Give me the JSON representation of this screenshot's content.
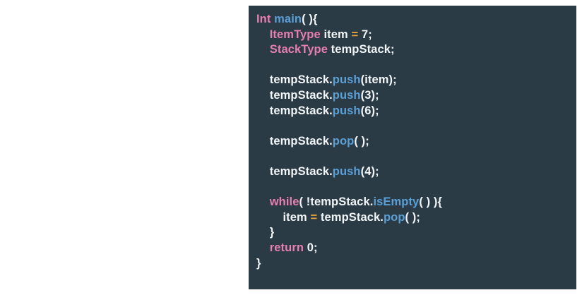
{
  "panel": {
    "background_color": "#2a3b45",
    "page_background_color": "#ffffff",
    "language": "C++"
  },
  "theme": {
    "keyword_color": "#e87fb0",
    "type_color": "#e87fb0",
    "function_color": "#5aa0d6",
    "method_color": "#5aa0d6",
    "plain_color": "#f2f5f7",
    "operator_color": "#e8a33d",
    "number_color": "#f2f5f7"
  },
  "code": {
    "lines": [
      {
        "indent": 0,
        "tokens": [
          {
            "t": "Int",
            "c": "tok-type"
          },
          {
            "t": " ",
            "c": "tok-plain"
          },
          {
            "t": "main",
            "c": "tok-fn"
          },
          {
            "t": "( ){",
            "c": "tok-punct"
          }
        ]
      },
      {
        "indent": 1,
        "tokens": [
          {
            "t": "ItemType",
            "c": "tok-type"
          },
          {
            "t": " item ",
            "c": "tok-plain"
          },
          {
            "t": "=",
            "c": "tok-op"
          },
          {
            "t": " ",
            "c": "tok-plain"
          },
          {
            "t": "7",
            "c": "tok-num"
          },
          {
            "t": ";",
            "c": "tok-punct"
          }
        ]
      },
      {
        "indent": 1,
        "tokens": [
          {
            "t": "StackType",
            "c": "tok-type"
          },
          {
            "t": " tempStack;",
            "c": "tok-plain"
          }
        ]
      },
      {
        "indent": 0,
        "tokens": []
      },
      {
        "indent": 1,
        "tokens": [
          {
            "t": "tempStack.",
            "c": "tok-plain"
          },
          {
            "t": "push",
            "c": "tok-method"
          },
          {
            "t": "(item);",
            "c": "tok-plain"
          }
        ]
      },
      {
        "indent": 1,
        "tokens": [
          {
            "t": "tempStack.",
            "c": "tok-plain"
          },
          {
            "t": "push",
            "c": "tok-method"
          },
          {
            "t": "(",
            "c": "tok-punct"
          },
          {
            "t": "3",
            "c": "tok-num"
          },
          {
            "t": ");",
            "c": "tok-punct"
          }
        ]
      },
      {
        "indent": 1,
        "tokens": [
          {
            "t": "tempStack.",
            "c": "tok-plain"
          },
          {
            "t": "push",
            "c": "tok-method"
          },
          {
            "t": "(",
            "c": "tok-punct"
          },
          {
            "t": "6",
            "c": "tok-num"
          },
          {
            "t": ");",
            "c": "tok-punct"
          }
        ]
      },
      {
        "indent": 0,
        "tokens": []
      },
      {
        "indent": 1,
        "tokens": [
          {
            "t": "tempStack.",
            "c": "tok-plain"
          },
          {
            "t": "pop",
            "c": "tok-method"
          },
          {
            "t": "( );",
            "c": "tok-punct"
          }
        ]
      },
      {
        "indent": 0,
        "tokens": []
      },
      {
        "indent": 1,
        "tokens": [
          {
            "t": "tempStack.",
            "c": "tok-plain"
          },
          {
            "t": "push",
            "c": "tok-method"
          },
          {
            "t": "(",
            "c": "tok-punct"
          },
          {
            "t": "4",
            "c": "tok-num"
          },
          {
            "t": ");",
            "c": "tok-punct"
          }
        ]
      },
      {
        "indent": 0,
        "tokens": []
      },
      {
        "indent": 1,
        "tokens": [
          {
            "t": "while",
            "c": "tok-kw"
          },
          {
            "t": "( !tempStack.",
            "c": "tok-plain"
          },
          {
            "t": "isEmpty",
            "c": "tok-method"
          },
          {
            "t": "( ) ){",
            "c": "tok-punct"
          }
        ]
      },
      {
        "indent": 2,
        "tokens": [
          {
            "t": "item ",
            "c": "tok-plain"
          },
          {
            "t": "=",
            "c": "tok-op"
          },
          {
            "t": " tempStack.",
            "c": "tok-plain"
          },
          {
            "t": "pop",
            "c": "tok-method"
          },
          {
            "t": "( );",
            "c": "tok-punct"
          }
        ]
      },
      {
        "indent": 1,
        "tokens": [
          {
            "t": "}",
            "c": "tok-punct"
          }
        ]
      },
      {
        "indent": 1,
        "tokens": [
          {
            "t": "return",
            "c": "tok-kw"
          },
          {
            "t": " ",
            "c": "tok-plain"
          },
          {
            "t": "0",
            "c": "tok-num"
          },
          {
            "t": ";",
            "c": "tok-punct"
          }
        ]
      },
      {
        "indent": 0,
        "tokens": [
          {
            "t": "}",
            "c": "tok-punct"
          }
        ]
      }
    ],
    "plain_text": "Int main( ){\n    ItemType item = 7;\n    StackType tempStack;\n\n    tempStack.push(item);\n    tempStack.push(3);\n    tempStack.push(6);\n\n    tempStack.pop( );\n\n    tempStack.push(4);\n\n    while( !tempStack.isEmpty( ) ){\n        item = tempStack.pop( );\n    }\n    return 0;\n}"
  }
}
